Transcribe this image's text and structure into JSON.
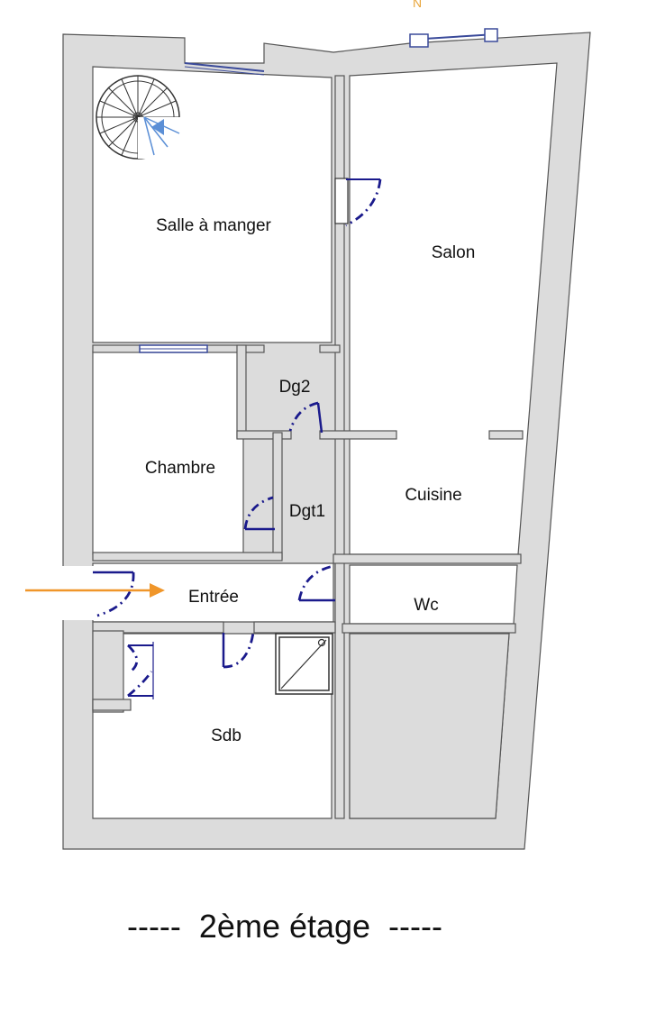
{
  "compass": {
    "label": "N"
  },
  "rooms": {
    "salle_a_manger": "Salle à manger",
    "salon": "Salon",
    "dg2": "Dg2",
    "chambre": "Chambre",
    "cuisine": "Cuisine",
    "dgt1": "Dgt1",
    "entree": "Entrée",
    "wc": "Wc",
    "sdb": "Sdb"
  },
  "caption": "-----  2ème étage  -----",
  "colors": {
    "wall_fill": "#dcdcdc",
    "wall_stroke": "#555555",
    "door": "#1a1a8c",
    "window": "#3a4a9a",
    "arrow": "#f0962a",
    "stair_arrow": "#5b8fd6",
    "compass": "#e8a53a"
  },
  "icons": [
    "spiral-staircase-icon",
    "shower-tray-icon",
    "entry-arrow-icon",
    "compass-north-icon"
  ]
}
